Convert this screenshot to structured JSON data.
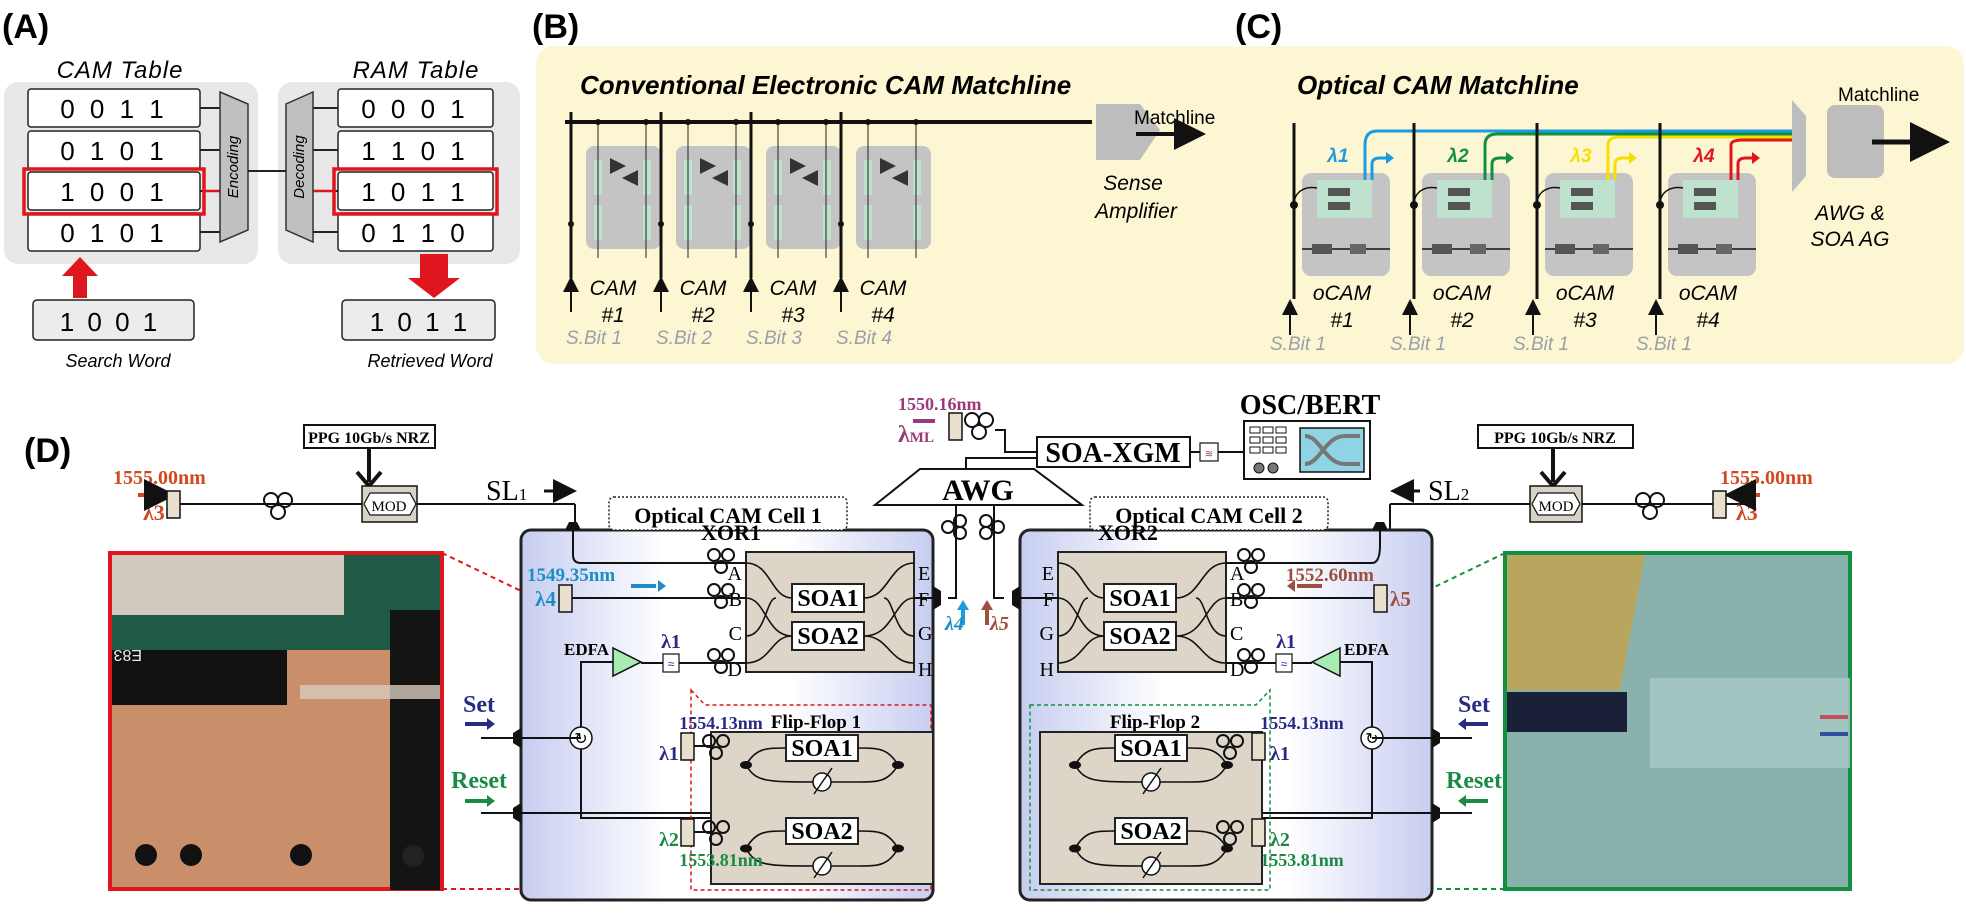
{
  "panels": {
    "A": {
      "label": "(A)",
      "cam_title": "CAM Table",
      "ram_title": "RAM Table",
      "cam_rows": [
        "0 0 1 1",
        "0 1 0 1",
        "1 0 0 1",
        "0 1 0 1"
      ],
      "ram_rows": [
        "0 0 0 1",
        "1 1 0 1",
        "1 0 1 1",
        "0 1 1 0"
      ],
      "highlight_row_index": 2,
      "encoding": "Encoding",
      "decoding": "Decoding",
      "search_word": "1 0 0 1",
      "search_caption": "Search Word",
      "retrieved_word": "1 0  1 1",
      "retrieved_caption": "Retrieved Word"
    },
    "B": {
      "label": "(B)",
      "title": "Conventional Electronic CAM Matchline",
      "output": "Matchline",
      "amp_line1": "Sense",
      "amp_line2": "Amplifier",
      "cells": [
        {
          "name": "CAM",
          "num": "#1",
          "bit": "S.Bit 1"
        },
        {
          "name": "CAM",
          "num": "#2",
          "bit": "S.Bit 2"
        },
        {
          "name": "CAM",
          "num": "#3",
          "bit": "S.Bit 3"
        },
        {
          "name": "CAM",
          "num": "#4",
          "bit": "S.Bit 4"
        }
      ]
    },
    "C": {
      "label": "(C)",
      "title": "Optical CAM Matchline",
      "output": "Matchline",
      "awg_line1": "AWG &",
      "awg_line2": "SOA AG",
      "cells": [
        {
          "name": "oCAM",
          "num": "#1",
          "bit": "S.Bit 1",
          "lambda": "λ1",
          "color": "#1b9be0"
        },
        {
          "name": "oCAM",
          "num": "#2",
          "bit": "S.Bit 1",
          "lambda": "λ2",
          "color": "#109040"
        },
        {
          "name": "oCAM",
          "num": "#3",
          "bit": "S.Bit 1",
          "lambda": "λ3",
          "color": "#f5e000"
        },
        {
          "name": "oCAM",
          "num": "#4",
          "bit": "S.Bit 1",
          "lambda": "λ4",
          "color": "#e0161e"
        }
      ]
    },
    "D": {
      "label": "(D)",
      "ppg_left": "PPG 10Gb/s NRZ",
      "ppg_right": "PPG 10Gb/s NRZ",
      "mod": "MOD",
      "sl1": "SL",
      "sl1_sub": "1",
      "sl2": "SL",
      "sl2_sub": "2",
      "src_left_wl": "1555.00nm",
      "src_left_lambda": "λ3",
      "src_right_wl": "1555.00nm",
      "src_right_lambda": "λ3",
      "ml_wl": "1550.16nm",
      "ml_lambda": "λ",
      "ml_sub": "ML",
      "soa_xgm": "SOA-XGM",
      "osc": "OSC/BERT",
      "awg": "AWG",
      "cell1": {
        "title": "Optical CAM Cell 1",
        "xor": "XOR1",
        "ports_left": [
          "A",
          "B",
          "C",
          "D"
        ],
        "ports_right": [
          "E",
          "F",
          "G",
          "H"
        ],
        "soa1": "SOA1",
        "soa2": "SOA2",
        "probe_wl": "1549.35nm",
        "probe_lambda": "λ4",
        "edfa": "EDFA",
        "edfa_lambda": "λ1",
        "ff_title": "Flip-Flop 1",
        "ff_soa1": "SOA1",
        "ff_soa2": "SOA2",
        "set": "Set",
        "reset": "Reset",
        "set_wl": "1554.13nm",
        "set_lambda": "λ1",
        "reset_wl": "1553.81nm",
        "reset_lambda": "λ2"
      },
      "cell2": {
        "title": "Optical CAM Cell 2",
        "xor": "XOR2",
        "ports_left": [
          "E",
          "F",
          "G",
          "H"
        ],
        "ports_right": [
          "A",
          "B",
          "C",
          "D"
        ],
        "soa1": "SOA1",
        "soa2": "SOA2",
        "probe_wl": "1552.60nm",
        "probe_lambda": "λ5",
        "edfa": "EDFA",
        "edfa_lambda": "λ1",
        "ff_title": "Flip-Flop 2",
        "ff_soa1": "SOA1",
        "ff_soa2": "SOA2",
        "set": "Set",
        "reset": "Reset",
        "set_wl": "1554.13nm",
        "set_lambda": "λ1",
        "reset_wl": "1553.81nm",
        "reset_lambda": "λ2"
      },
      "mid_lambda_left": "λ4",
      "mid_lambda_right": "λ5"
    }
  },
  "colors": {
    "red": "#e0161e",
    "orange_wl": "#d14a1f",
    "blue_wl": "#1b8fc4",
    "brown_wl": "#9c5040",
    "navy": "#2a2a85",
    "green": "#1a8a45",
    "purple": "#9a3a78",
    "yellow_panel": "#fdf6d2",
    "gray_panel": "#e8e8e8"
  }
}
